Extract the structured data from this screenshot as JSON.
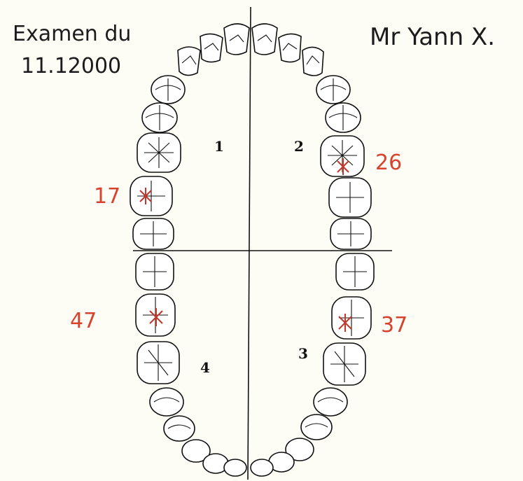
{
  "header": {
    "exam_line1": "Examen du",
    "exam_line2": "11.12000",
    "patient": "Mr Yann X."
  },
  "quadrants": [
    "1",
    "2",
    "3",
    "4"
  ],
  "marked_teeth": [
    "17",
    "26",
    "37",
    "47"
  ],
  "colors": {
    "ink": "#111111",
    "marker": "#d8432e",
    "paper": "#fdfdf6"
  }
}
